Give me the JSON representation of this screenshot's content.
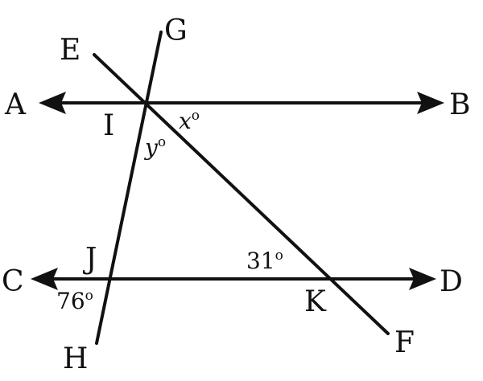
{
  "points": {
    "A": "A",
    "B": "B",
    "C": "C",
    "D": "D",
    "E": "E",
    "F": "F",
    "G": "G",
    "H": "H",
    "I": "I",
    "J": "J",
    "K": "K"
  },
  "angles": {
    "x": {
      "var": "x",
      "deg": "o"
    },
    "y": {
      "var": "y",
      "deg": "o"
    },
    "k": {
      "value": "31",
      "deg": "o"
    },
    "j": {
      "value": "76",
      "deg": "o"
    }
  }
}
